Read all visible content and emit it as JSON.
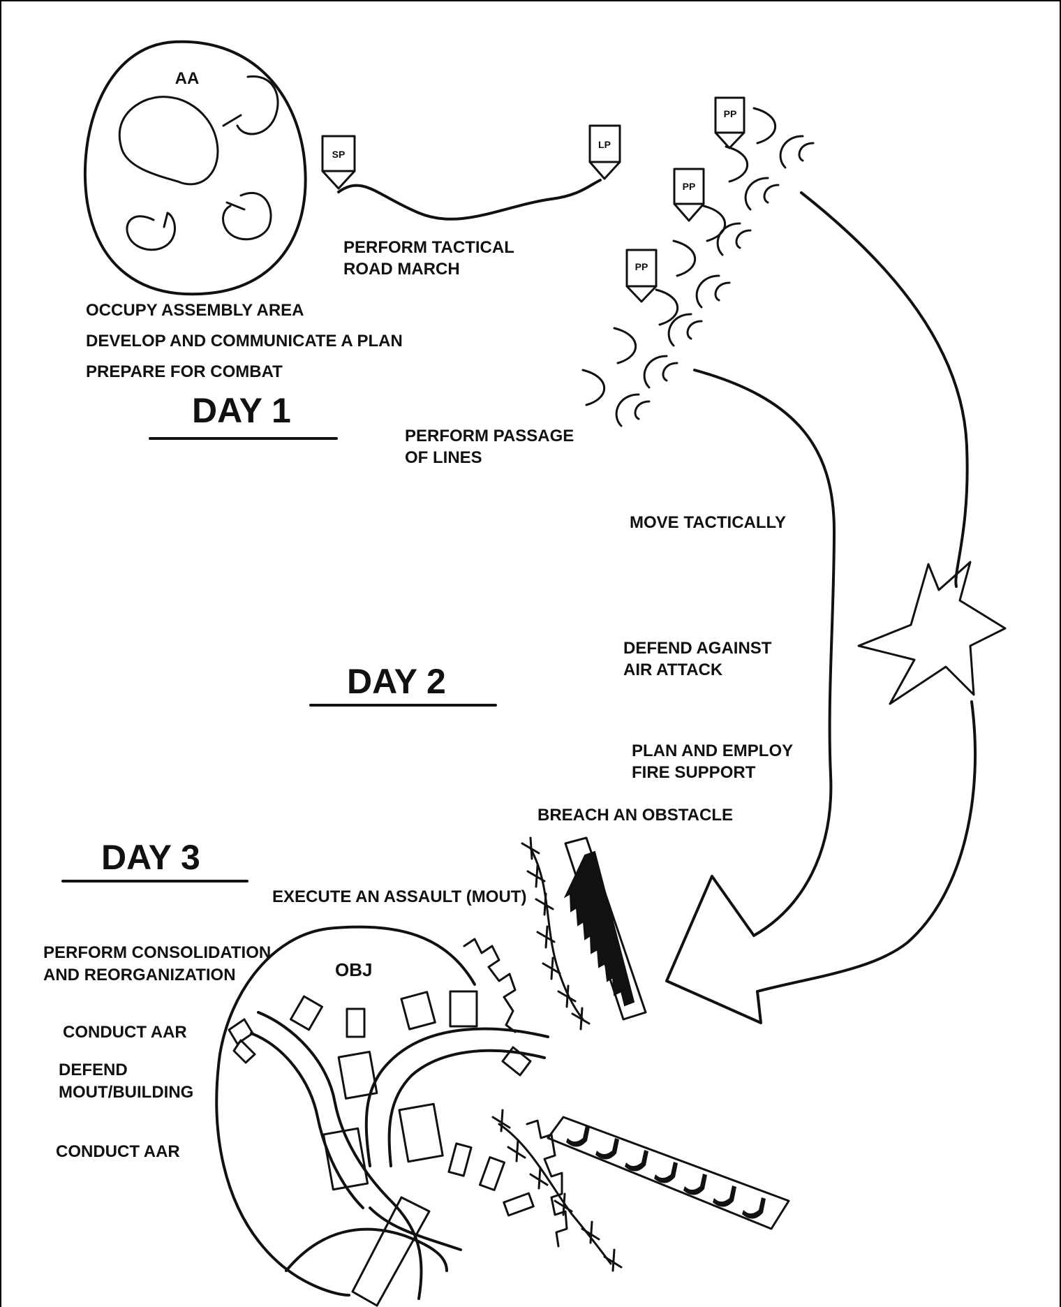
{
  "labels": {
    "aa": "AA",
    "sp": "SP",
    "lp": "LP",
    "pp1": "PP",
    "pp2": "PP",
    "pp3": "PP",
    "road_march_1": "PERFORM TACTICAL",
    "road_march_2": "ROAD MARCH",
    "occupy": "OCCUPY ASSEMBLY AREA",
    "develop": "DEVELOP AND COMMUNICATE A PLAN",
    "prepare": "PREPARE FOR COMBAT",
    "day1": "DAY 1",
    "passage_1": "PERFORM PASSAGE",
    "passage_2": "OF LINES",
    "move": "MOVE TACTICALLY",
    "defend_air_1": "DEFEND AGAINST",
    "defend_air_2": "AIR ATTACK",
    "day2": "DAY 2",
    "fire_1": "PLAN AND EMPLOY",
    "fire_2": "FIRE SUPPORT",
    "breach": "BREACH AN OBSTACLE",
    "day3": "DAY 3",
    "assault": "EXECUTE AN ASSAULT (MOUT)",
    "consolidation_1": "PERFORM CONSOLIDATION",
    "consolidation_2": "AND REORGANIZATION",
    "obj": "OBJ",
    "aar1": "CONDUCT AAR",
    "defend_mout_1": "DEFEND",
    "defend_mout_2": "MOUT/BUILDING",
    "aar2": "CONDUCT AAR"
  }
}
